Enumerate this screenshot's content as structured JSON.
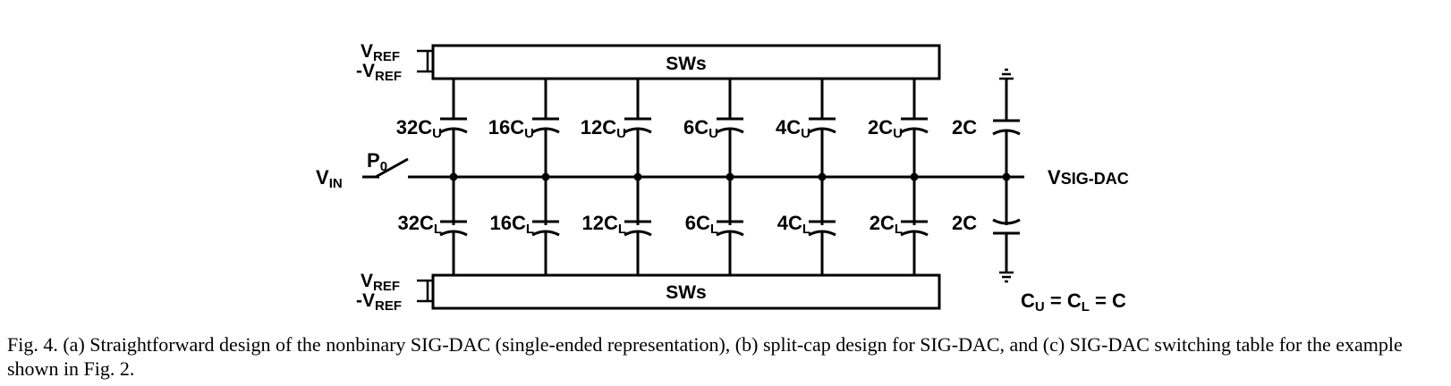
{
  "diagram": {
    "top_switch_block": "SWs",
    "bottom_switch_block": "SWs",
    "ref_top": [
      {
        "prefix": "V",
        "sub": "REF"
      },
      {
        "prefix": "-V",
        "sub": "REF"
      }
    ],
    "ref_bottom": [
      {
        "prefix": "V",
        "sub": "REF"
      },
      {
        "prefix": "-V",
        "sub": "REF"
      }
    ],
    "input": {
      "main": "V",
      "sub": "IN"
    },
    "switch": {
      "main": "P",
      "sub": "0"
    },
    "output": {
      "main": "V",
      "sub": "SIG-DAC"
    },
    "upper_caps": [
      {
        "main": "32C",
        "sub": "U"
      },
      {
        "main": "16C",
        "sub": "U"
      },
      {
        "main": "12C",
        "sub": "U"
      },
      {
        "main": "6C",
        "sub": "U"
      },
      {
        "main": "4C",
        "sub": "U"
      },
      {
        "main": "2C",
        "sub": "U"
      }
    ],
    "lower_caps": [
      {
        "main": "32C",
        "sub": "L"
      },
      {
        "main": "16C",
        "sub": "L"
      },
      {
        "main": "12C",
        "sub": "L"
      },
      {
        "main": "6C",
        "sub": "L"
      },
      {
        "main": "4C",
        "sub": "L"
      },
      {
        "main": "2C",
        "sub": "L"
      }
    ],
    "extra_upper_cap": "2C",
    "extra_lower_cap": "2C",
    "equation": {
      "c1": "C",
      "s1": "U",
      "eq1": " = ",
      "c2": "C",
      "s2": "L",
      "eq2": " = ",
      "c3": "C"
    }
  },
  "caption": {
    "text": "Fig. 4.   (a) Straightforward design of the nonbinary SIG-DAC (single-ended representation), (b) split-cap design for SIG-DAC, and (c) SIG-DAC switching table for the example shown in Fig. 2."
  }
}
